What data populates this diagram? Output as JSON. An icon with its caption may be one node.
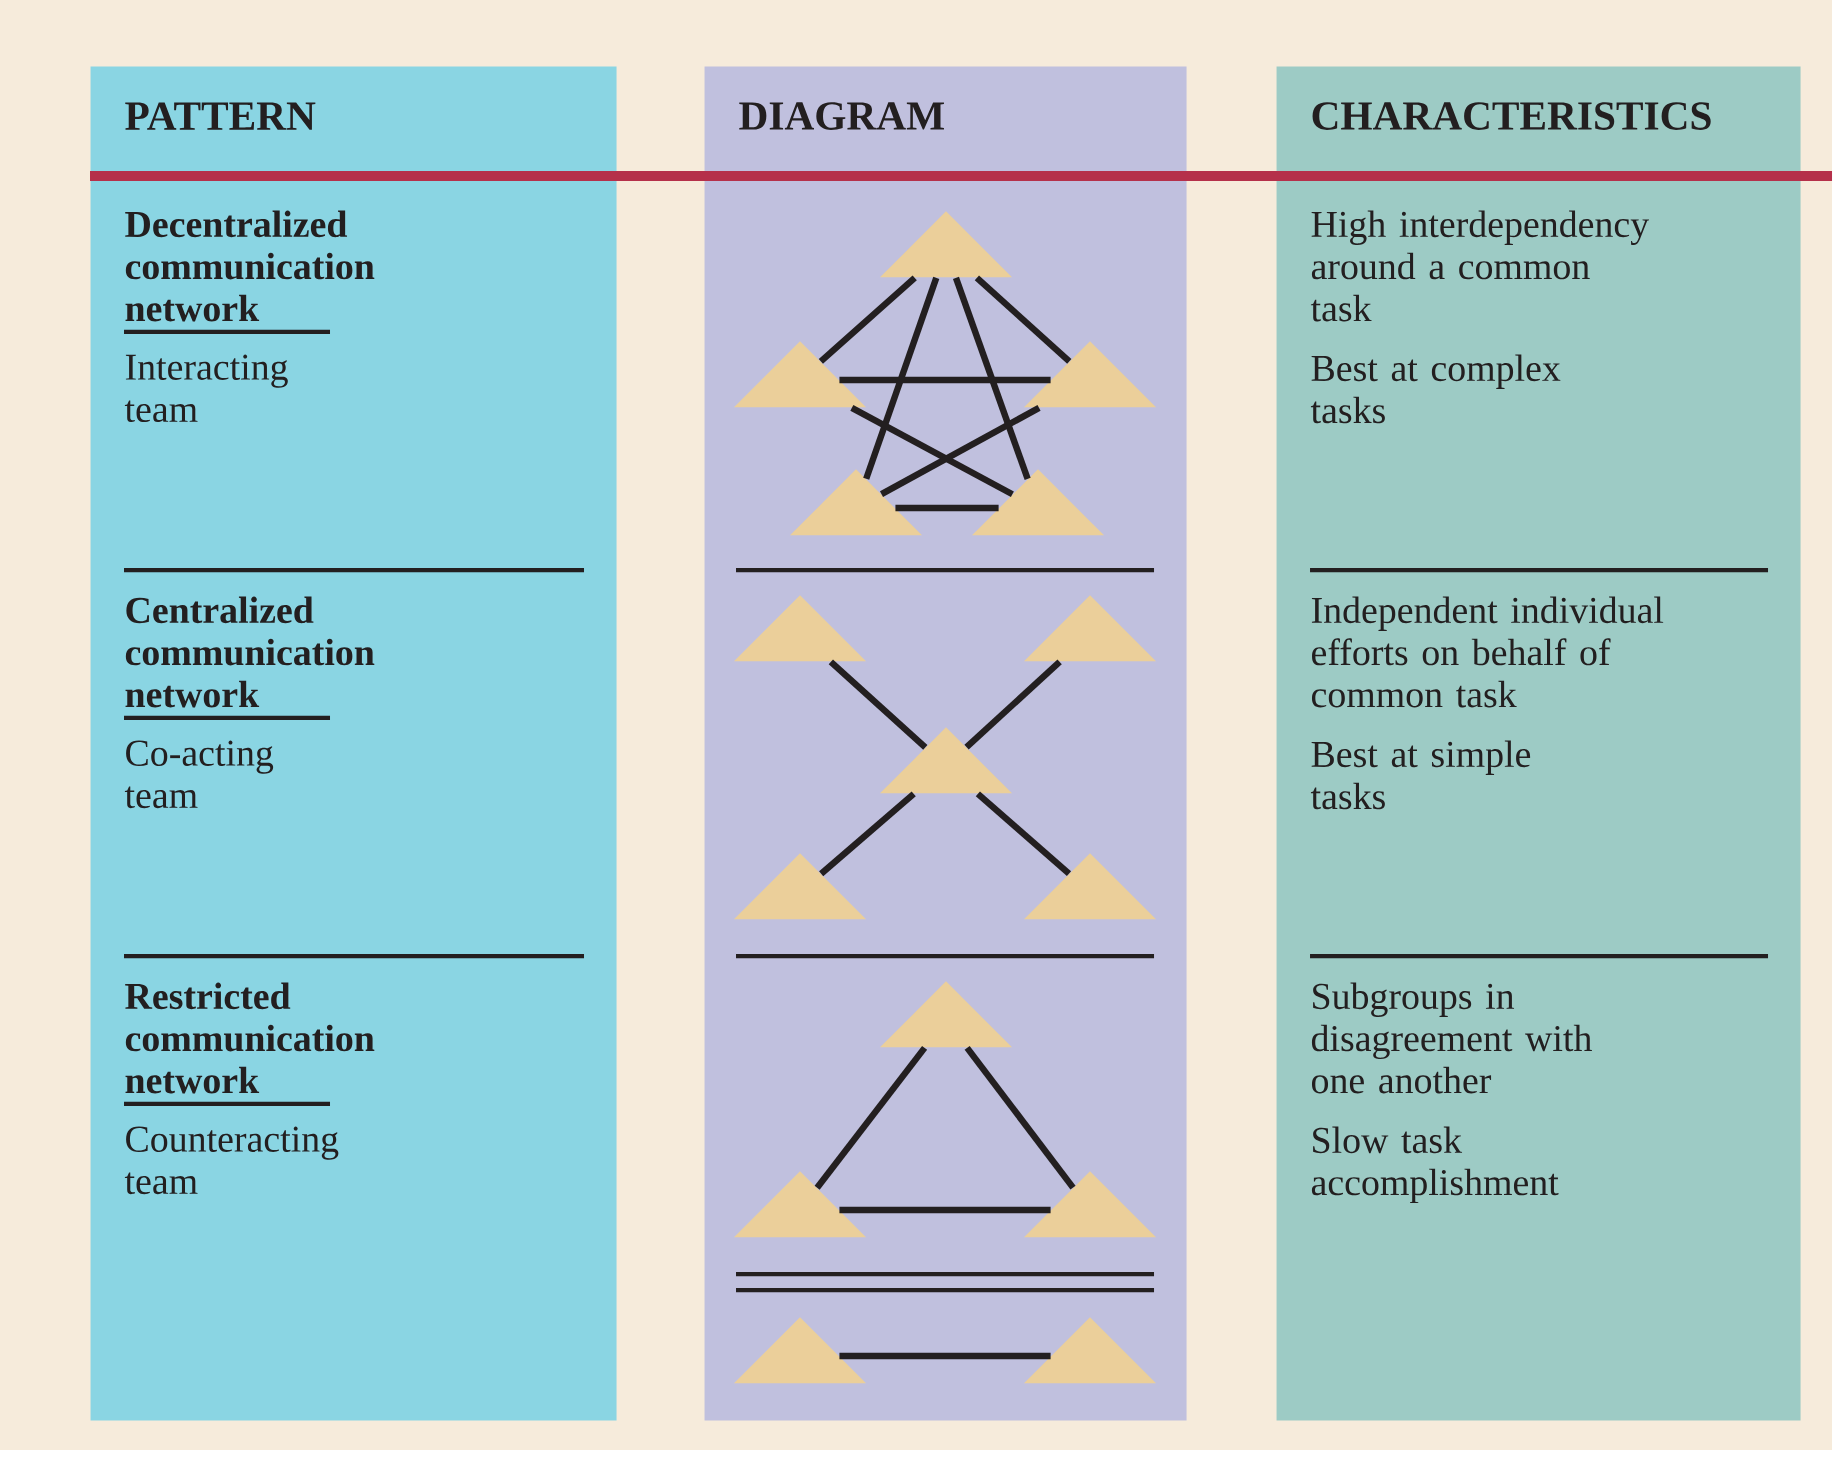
{
  "diagram": {
    "nodes": [
      {
        "text": [
          "PATTERN",
          "Decentralized communication network",
          "Interacting team",
          "Centralized communication network",
          "Co-acting team",
          "Restricted communication network",
          "Counteracting team"
        ]
      },
      {
        "text": [
          "DIAGRAM"
        ]
      },
      {
        "text": [
          "CHARACTERISTICS",
          "High interdependency around a common task",
          "Best at complex tasks",
          "Independent individual efforts on behalf of common task",
          "Best at simple tasks",
          "Subgroups in disagreement with one another",
          "Slow task accomplishment"
        ]
      },
      {
        "text": [],
        "shape": "triangle",
        "in": 1
      },
      {
        "text": [],
        "shape": "triangle",
        "in": 1
      },
      {
        "text": [],
        "shape": "triangle",
        "in": 1
      },
      {
        "text": [],
        "shape": "triangle",
        "in": 1
      },
      {
        "text": [],
        "shape": "triangle",
        "in": 1
      },
      {
        "text": [],
        "shape": "triangle",
        "in": 1
      },
      {
        "text": [],
        "shape": "triangle",
        "in": 1
      },
      {
        "text": [],
        "shape": "triangle",
        "in": 1
      },
      {
        "text": [],
        "shape": "triangle",
        "in": 1
      },
      {
        "text": [],
        "shape": "triangle",
        "in": 1
      },
      {
        "text": [],
        "shape": "triangle",
        "in": 1
      },
      {
        "text": [],
        "shape": "triangle",
        "in": 1
      },
      {
        "text": [],
        "shape": "triangle",
        "in": 1
      },
      {
        "text": [],
        "shape": "triangle",
        "in": 1
      },
      {
        "text": [],
        "shape": "triangle",
        "in": 1
      }
    ],
    "edges": [
      {
        "from": 3,
        "to": 4,
        "arrow": "none"
      },
      {
        "from": 3,
        "to": 5,
        "arrow": "none"
      },
      {
        "from": 3,
        "to": 6,
        "arrow": "none"
      },
      {
        "from": 3,
        "to": 7,
        "arrow": "none"
      },
      {
        "from": 4,
        "to": 5,
        "arrow": "none"
      },
      {
        "from": 4,
        "to": 7,
        "arrow": "none"
      },
      {
        "from": 5,
        "to": 6,
        "arrow": "none"
      },
      {
        "from": 6,
        "to": 7,
        "arrow": "none"
      },
      {
        "from": 10,
        "to": 8,
        "arrow": "none"
      },
      {
        "from": 10,
        "to": 9,
        "arrow": "none"
      },
      {
        "from": 10,
        "to": 11,
        "arrow": "none"
      },
      {
        "from": 10,
        "to": 12,
        "arrow": "none"
      },
      {
        "from": 13,
        "to": 14,
        "arrow": "none"
      },
      {
        "from": 13,
        "to": 15,
        "arrow": "none"
      },
      {
        "from": 14,
        "to": 15,
        "arrow": "none"
      },
      {
        "from": 16,
        "to": 17,
        "arrow": "none"
      }
    ]
  }
}
